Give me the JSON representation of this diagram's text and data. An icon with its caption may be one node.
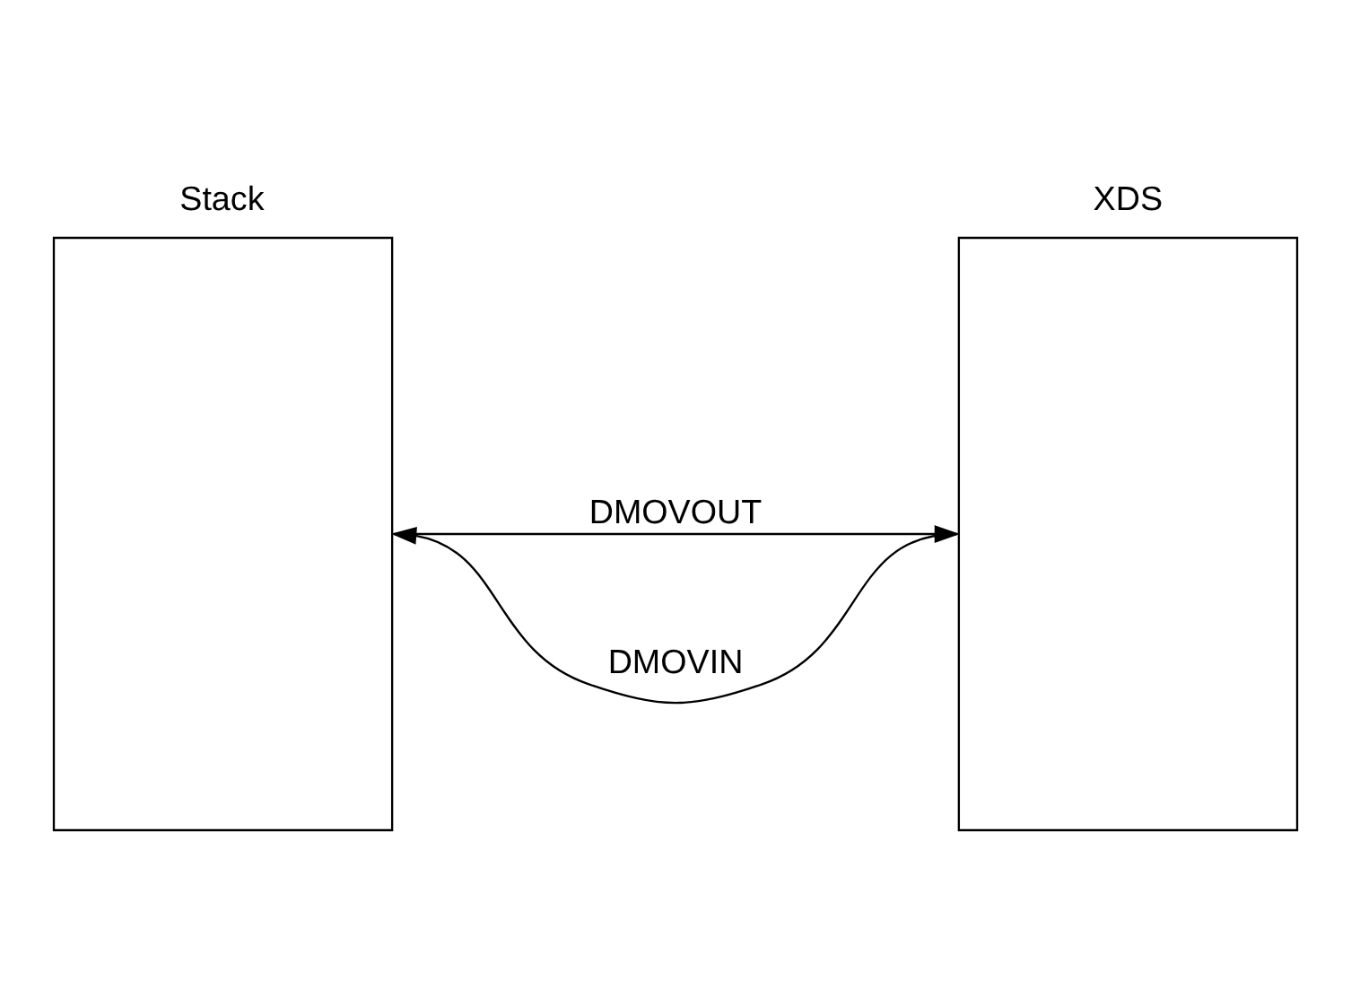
{
  "diagram": {
    "nodes": [
      {
        "text": [
          "Stack"
        ]
      },
      {
        "text": [
          "XDS"
        ]
      }
    ],
    "edges": [
      {
        "from": 1,
        "to": 0,
        "arrow": "to",
        "label": "DMOVIN"
      },
      {
        "from": 0,
        "to": 1,
        "arrow": "to",
        "label": "DMOVOUT"
      }
    ]
  }
}
